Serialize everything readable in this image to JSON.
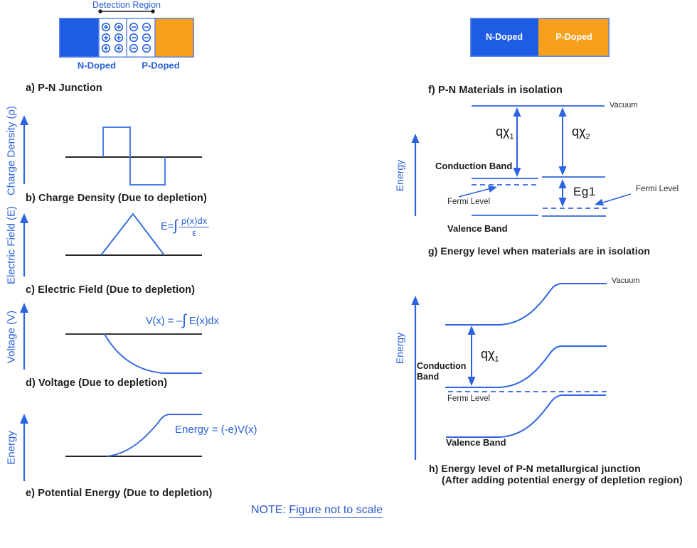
{
  "colors": {
    "primary_blue": "#1E5CE6",
    "orange": "#F6A01C",
    "line_blue": "#3B6FDD",
    "text_blue": "#2A60DA",
    "note_blue": "#2B59C8"
  },
  "junction": {
    "detection_label": "Detection Region",
    "n_label": "N-Doped",
    "p_label": "P-Doped",
    "caption": "a) P-N Junction"
  },
  "plots": {
    "charge_density": {
      "ylabel": "Charge Density (ρ)",
      "caption": "b) Charge Density (Due to depletion)"
    },
    "electric_field": {
      "ylabel": "Electric Field (E)",
      "caption": "c) Electric Field (Due to depletion)",
      "formula": {
        "prefix": "E=",
        "integral": "∫",
        "numerator": "ρ(x)dx",
        "denominator": "ε"
      }
    },
    "voltage": {
      "ylabel": "Voltage (V)",
      "caption": "d) Voltage (Due to depletion)",
      "formula": {
        "before": "V(x) = –",
        "integral": "∫",
        "after": "E(x)dx"
      }
    },
    "energy": {
      "ylabel": "Energy",
      "caption": "e) Potential Energy (Due to depletion)",
      "formula": "Energy = (-e)V(x)"
    }
  },
  "isolation_box": {
    "n_label": "N-Doped",
    "p_label": "P-Doped",
    "caption": "f) P-N Materials in isolation"
  },
  "band_isolation": {
    "ylabel": "Energy",
    "vacuum": "Vacuum",
    "qx1": {
      "base": "qχ",
      "sub": "1"
    },
    "qx2": {
      "base": "qχ",
      "sub": "2"
    },
    "conduction": "Conduction Band",
    "fermi_left": "Fermi Level",
    "eg1": "Eg1",
    "fermi_right": "Fermi Level",
    "valence": "Valence Band",
    "caption": "g) Energy level when materials are in isolation"
  },
  "band_junction": {
    "ylabel": "Energy",
    "vacuum": "Vacuum",
    "qx1": {
      "base": "qχ",
      "sub": "1"
    },
    "conduction": "Conduction Band",
    "fermi": "Fermi Level",
    "valence": "Valence Band",
    "caption_line1": "h) Energy level of P-N metallurgical junction",
    "caption_line2": "(After adding potential energy of depletion region)"
  },
  "note": {
    "prefix": "NOTE:",
    "text": "Figure not to scale"
  }
}
